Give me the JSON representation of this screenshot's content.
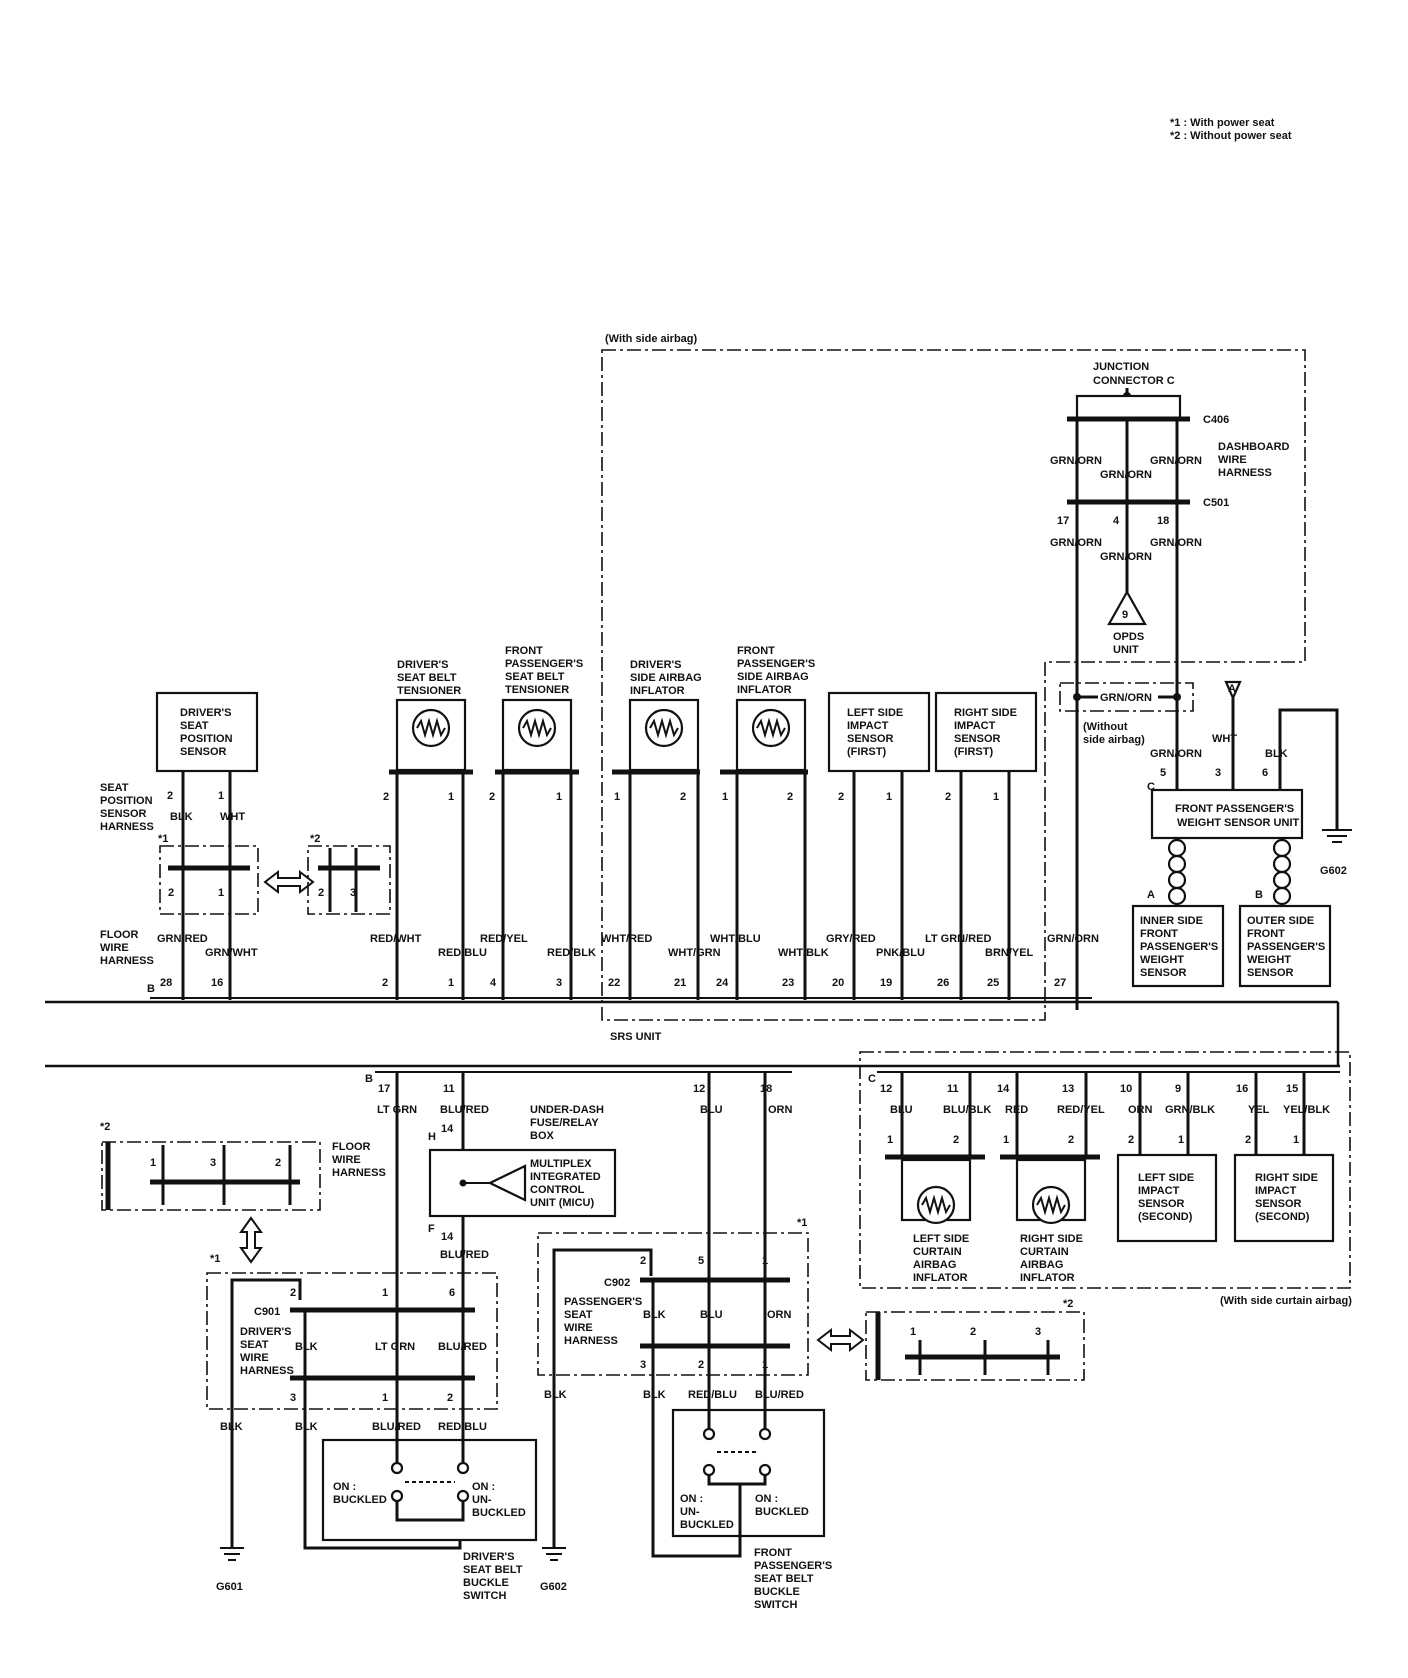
{
  "notes": [
    "*1 : With power seat",
    "*2 : Without power seat"
  ],
  "side_airbag_label": "(With side airbag)",
  "side_curtain_label": "(With side curtain airbag)",
  "junction": {
    "line1": "JUNCTION",
    "line2": "CONNECTOR C",
    "c406": "C406",
    "c501": "C501",
    "dash1": "DASHBOARD",
    "dash2": "WIRE",
    "dash3": "HARNESS",
    "w1": "GRN/ORN",
    "w2": "GRN/ORN",
    "w3": "GRN/ORN",
    "w4": "GRN/ORN",
    "w5": "GRN/ORN",
    "w6": "GRN/ORN",
    "p17": "17",
    "p4": "4",
    "p18": "18",
    "opds_pin": "9",
    "opds1": "OPDS",
    "opds2": "UNIT",
    "without1": "(Without",
    "without2": "side airbag)",
    "mid_wire": "GRN/ORN"
  },
  "wsu": {
    "l1": "FRONT PASSENGER'S",
    "l2": "WEIGHT SENSOR UNIT",
    "c": "C",
    "p5": "5",
    "p3": "3",
    "p6": "6",
    "w5": "GRN/ORN",
    "w3": "WHT",
    "w6": "BLK",
    "a": "A",
    "b": "B",
    "g": "G602",
    "inner": [
      "INNER SIDE",
      "FRONT",
      "PASSENGER'S",
      "WEIGHT",
      "SENSOR"
    ],
    "outer": [
      "OUTER SIDE",
      "FRONT",
      "PASSENGER'S",
      "WEIGHT",
      "SENSOR"
    ]
  },
  "seat_pos": {
    "box": [
      "DRIVER'S",
      "SEAT",
      "POSITION",
      "SENSOR"
    ],
    "harness": [
      "SEAT",
      "POSITION",
      "SENSOR",
      "HARNESS"
    ],
    "p2": "2",
    "p1": "1",
    "w2": "BLK",
    "w1": "WHT",
    "s1": "*1",
    "s2": "*2",
    "c2": "2",
    "c1": "1",
    "d2": "2",
    "d3": "3"
  },
  "tensioners": [
    {
      "lines": [
        "DRIVER'S",
        "SEAT BELT",
        "TENSIONER"
      ],
      "pa": "2",
      "pb": "1"
    },
    {
      "lines": [
        "FRONT",
        "PASSENGER'S",
        "SEAT BELT",
        "TENSIONER"
      ],
      "pa": "2",
      "pb": "1"
    },
    {
      "lines": [
        "DRIVER'S",
        "SIDE AIRBAG",
        "INFLATOR"
      ],
      "pa": "1",
      "pb": "2"
    },
    {
      "lines": [
        "FRONT",
        "PASSENGER'S",
        "SIDE AIRBAG",
        "INFLATOR"
      ],
      "pa": "1",
      "pb": "2"
    }
  ],
  "impact_first": [
    {
      "lines": [
        "LEFT SIDE",
        "IMPACT",
        "SENSOR",
        "(FIRST)"
      ],
      "pa": "2",
      "pb": "1"
    },
    {
      "lines": [
        "RIGHT SIDE",
        "IMPACT",
        "SENSOR",
        "(FIRST)"
      ],
      "pa": "2",
      "pb": "1"
    }
  ],
  "floor_harness": [
    "FLOOR",
    "WIRE",
    "HARNESS"
  ],
  "upper_wires": [
    {
      "color": "GRN/RED",
      "pin": "28"
    },
    {
      "color": "GRN/WHT",
      "pin": "16"
    },
    {
      "color": "RED/WHT",
      "pin": "2"
    },
    {
      "color": "RED/BLU",
      "pin": "1"
    },
    {
      "color": "RED/YEL",
      "pin": "4"
    },
    {
      "color": "RED/BLK",
      "pin": "3"
    },
    {
      "color": "WHT/RED",
      "pin": "22"
    },
    {
      "color": "WHT/GRN",
      "pin": "21"
    },
    {
      "color": "WHT/BLU",
      "pin": "24"
    },
    {
      "color": "WHT/BLK",
      "pin": "23"
    },
    {
      "color": "GRY/RED",
      "pin": "20"
    },
    {
      "color": "PNK/BLU",
      "pin": "19"
    },
    {
      "color": "LT GRN/RED",
      "pin": "26"
    },
    {
      "color": "BRN/YEL",
      "pin": "25"
    },
    {
      "color": "GRN/ORN",
      "pin": "27"
    }
  ],
  "conn_b": "B",
  "conn_b2": "B",
  "conn_c": "C",
  "srs_unit": "SRS UNIT",
  "lower_b": [
    {
      "pin": "17",
      "color": "LT GRN"
    },
    {
      "pin": "11",
      "color": "BLU/RED"
    },
    {
      "pin": "12",
      "color": "BLU"
    },
    {
      "pin": "18",
      "color": "ORN"
    }
  ],
  "lower_c": [
    {
      "pin": "12",
      "color": "BLU"
    },
    {
      "pin": "11",
      "color": "BLU/BLK"
    },
    {
      "pin": "14",
      "color": "RED"
    },
    {
      "pin": "13",
      "color": "RED/YEL"
    },
    {
      "pin": "10",
      "color": "ORN"
    },
    {
      "pin": "9",
      "color": "GRN/BLK"
    },
    {
      "pin": "16",
      "color": "YEL"
    },
    {
      "pin": "15",
      "color": "YEL/BLK"
    }
  ],
  "curtain": [
    {
      "lines": [
        "LEFT SIDE",
        "CURTAIN",
        "AIRBAG",
        "INFLATOR"
      ],
      "pa": "1",
      "pb": "2"
    },
    {
      "lines": [
        "RIGHT SIDE",
        "CURTAIN",
        "AIRBAG",
        "INFLATOR"
      ],
      "pa": "1",
      "pb": "2"
    }
  ],
  "impact_second": [
    {
      "lines": [
        "LEFT SIDE",
        "IMPACT",
        "SENSOR",
        "(SECOND)"
      ],
      "pa": "2",
      "pb": "1"
    },
    {
      "lines": [
        "RIGHT SIDE",
        "IMPACT",
        "SENSOR",
        "(SECOND)"
      ],
      "pa": "2",
      "pb": "1"
    }
  ],
  "micu": {
    "box": [
      "UNDER-DASH",
      "FUSE/RELAY",
      "BOX"
    ],
    "unit": [
      "MULTIPLEX",
      "INTEGRATED",
      "CONTROL",
      "UNIT (MICU)"
    ],
    "h": "H",
    "h14": "14",
    "f": "F",
    "f14": "14",
    "wire": "BLU/RED"
  },
  "floor2": {
    "s2": "*2",
    "p1": "1",
    "p3": "3",
    "p2": "2",
    "lines": [
      "FLOOR",
      "WIRE",
      "HARNESS"
    ]
  },
  "driver_seat": {
    "s1": "*1",
    "c": "C901",
    "lines": [
      "DRIVER'S",
      "SEAT",
      "WIRE",
      "HARNESS"
    ],
    "t2": "2",
    "t1": "1",
    "t6": "6",
    "wblk": "BLK",
    "wlt": "LT GRN",
    "wblu": "BLU/RED",
    "b3": "3",
    "b1": "1",
    "b2": "2"
  },
  "driver_buckle": {
    "left": [
      "BLK",
      "BLK",
      "BLU/RED",
      "RED/BLU"
    ],
    "on1": "ON :",
    "on1b": "BUCKLED",
    "on2": "ON :",
    "on2b": "UN-",
    "on2c": "BUCKLED",
    "lines": [
      "DRIVER'S",
      "SEAT BELT",
      "BUCKLE",
      "SWITCH"
    ],
    "g": "G601"
  },
  "pass_seat": {
    "s1": "*1",
    "c": "C902",
    "lines": [
      "PASSENGER'S",
      "SEAT",
      "WIRE",
      "HARNESS"
    ],
    "t2": "2",
    "t5": "5",
    "t1": "1",
    "wblk": "BLK",
    "wblu": "BLU",
    "worn": "ORN",
    "b3": "3",
    "b2": "2",
    "b1": "1"
  },
  "pass_buckle": {
    "w": [
      "BLK",
      "BLK",
      "RED/BLU",
      "BLU/RED"
    ],
    "on1": "ON :",
    "on1b": "UN-",
    "on1c": "BUCKLED",
    "on2": "ON :",
    "on2b": "BUCKLED",
    "lines": [
      "FRONT",
      "PASSENGER'S",
      "SEAT BELT",
      "BUCKLE",
      "SWITCH"
    ],
    "g": "G602"
  },
  "pass_alt": {
    "s2": "*2",
    "p1": "1",
    "p2": "2",
    "p3": "3"
  }
}
